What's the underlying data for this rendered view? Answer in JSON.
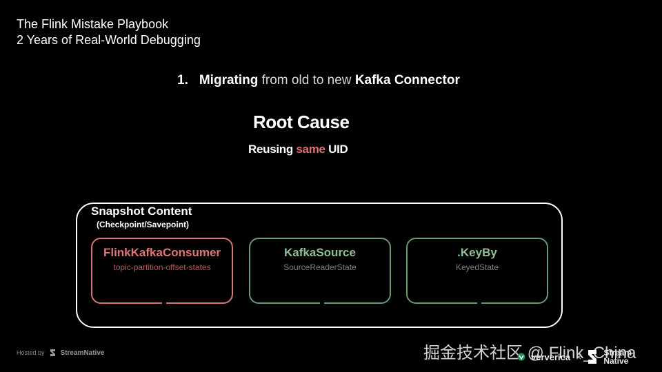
{
  "deck": {
    "title_line1": "The Flink Mistake Playbook",
    "title_line2": "2 Years of Real-World Debugging"
  },
  "headline": {
    "number": "1.",
    "word1": "Migrating",
    "middle": " from old to new ",
    "word2": "Kafka Connector"
  },
  "root_cause": {
    "title": "Root Cause",
    "reason_prefix": "Reusing ",
    "reason_accent": "same",
    "reason_suffix": " UID"
  },
  "snapshot": {
    "title": "Snapshot Content",
    "subtitle": "(Checkpoint/Savepoint)",
    "cards": [
      {
        "title": "FlinkKafkaConsumer",
        "sub": "topic-partition-offset-states"
      },
      {
        "title": "KafkaSource",
        "sub": "SourceReaderState"
      },
      {
        "title": ".KeyBy",
        "sub": "KeyedState"
      }
    ]
  },
  "footer": {
    "hosted_by": "Hosted by",
    "hosted_brand": "StreamNative",
    "watermark": "掘金技术社区 @ Flink_China",
    "partner1": "ververica",
    "separator": "×",
    "partner2_line1": "Stream",
    "partner2_line2": "Native"
  },
  "colors": {
    "background": "#000000",
    "accent_red": "#e07070",
    "accent_green": "#8fbf92",
    "card_green_border": "#6a9a72",
    "card_red_border": "#d97575"
  },
  "icons": [
    "streamnative-logo-icon",
    "ververica-logo-icon"
  ]
}
